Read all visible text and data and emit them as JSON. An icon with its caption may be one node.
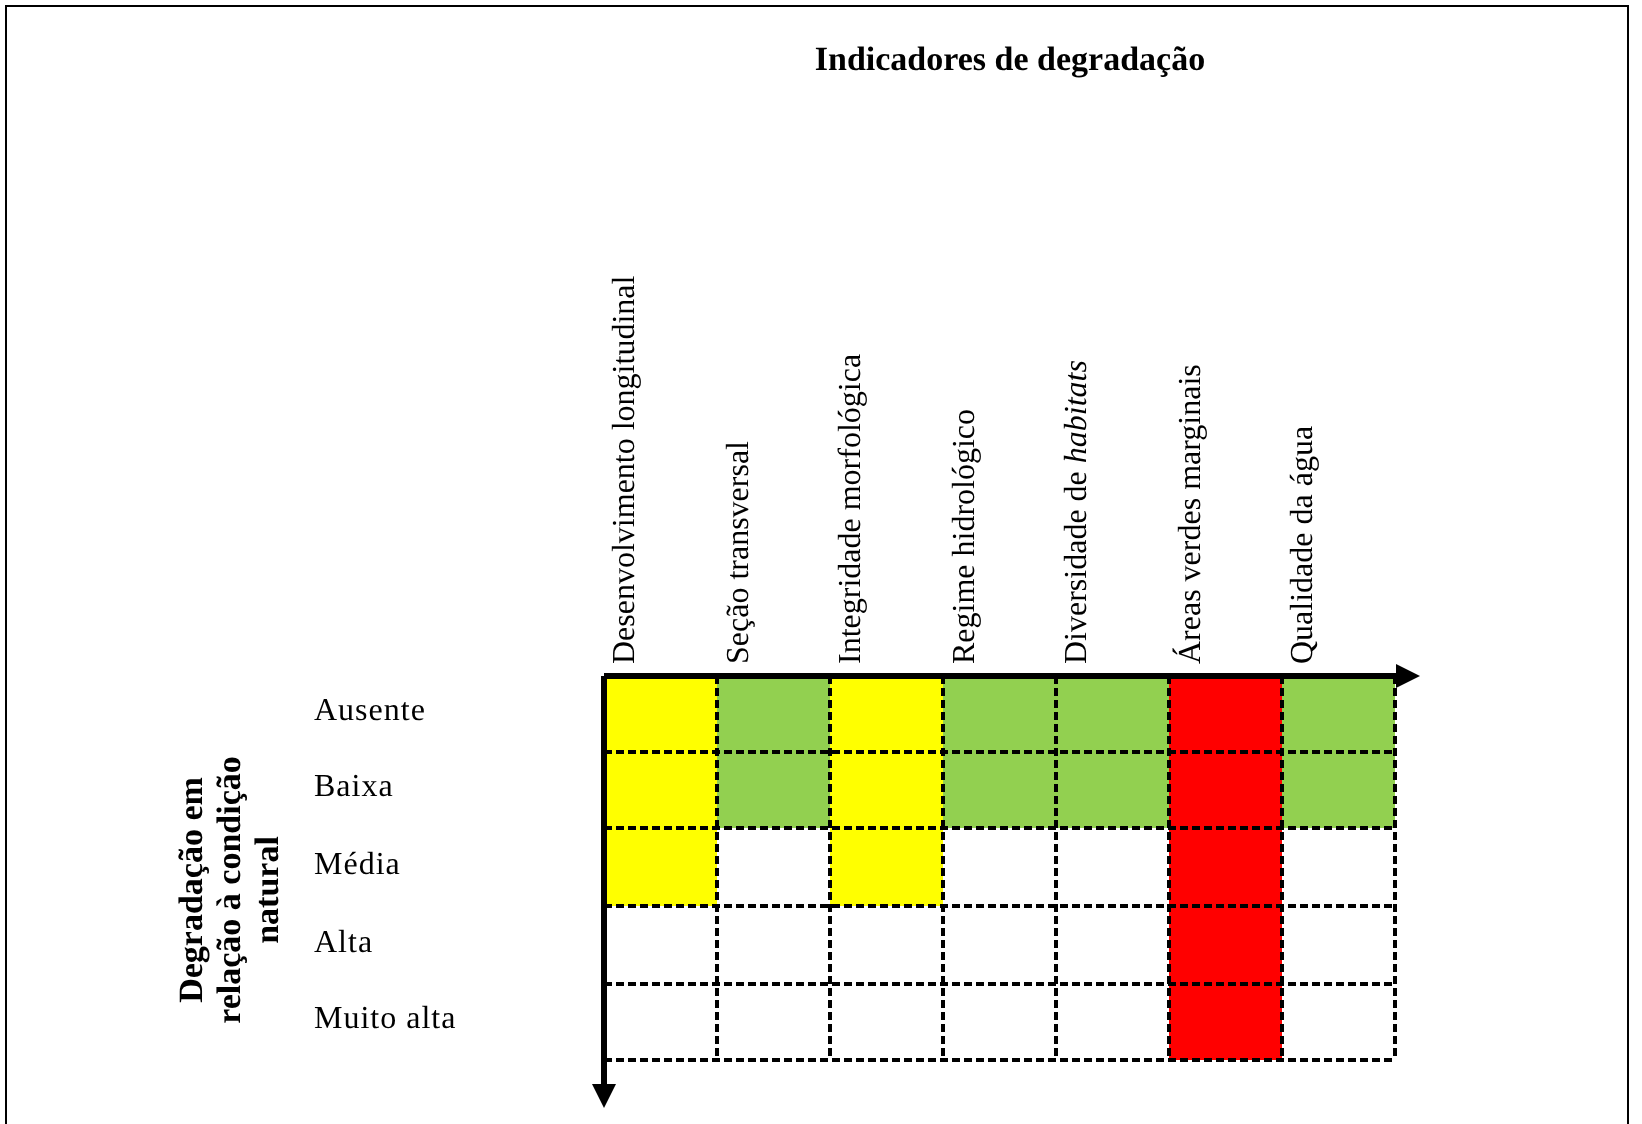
{
  "diagram": {
    "title": "Indicadores de degradação",
    "labels": [
      "Desenvolvimento longitudinal",
      "Seção transversal",
      "Integridade morfológica",
      "Regime hidrológico",
      "Diversidade de *habitats*",
      "Áreas verdes marginais",
      "Qualidade da água",
      "Degradação em relação à condição natural",
      "Ausente",
      "Baixa",
      "Média",
      "Alta",
      "Muito alta"
    ]
  }
}
